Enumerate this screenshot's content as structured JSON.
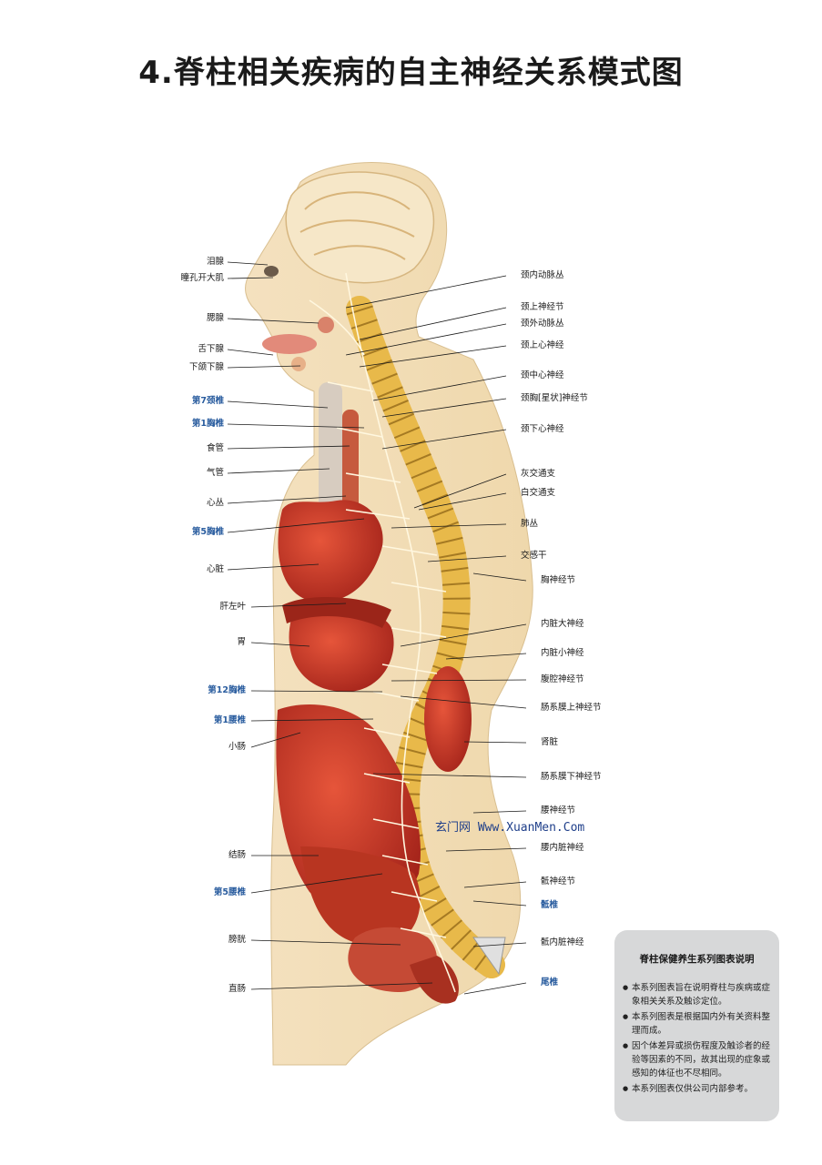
{
  "title": "4.脊柱相关疾病的自主神经关系模式图",
  "watermark": "玄门网 Www.XuanMen.Com",
  "labels_left": [
    {
      "id": "lacrimal",
      "text": "泪腺",
      "vert": false
    },
    {
      "id": "pupil",
      "text": "瞳孔开大肌",
      "vert": false
    },
    {
      "id": "parotid",
      "text": "腮腺",
      "vert": false
    },
    {
      "id": "sublingual",
      "text": "舌下腺",
      "vert": false
    },
    {
      "id": "submandibular",
      "text": "下颌下腺",
      "vert": false
    },
    {
      "id": "c7",
      "text": "第7颈椎",
      "vert": true
    },
    {
      "id": "t1",
      "text": "第1胸椎",
      "vert": true
    },
    {
      "id": "esophagus",
      "text": "食管",
      "vert": false
    },
    {
      "id": "trachea",
      "text": "气管",
      "vert": false
    },
    {
      "id": "cardiac-plexus",
      "text": "心丛",
      "vert": false
    },
    {
      "id": "t5",
      "text": "第5胸椎",
      "vert": true
    },
    {
      "id": "heart",
      "text": "心脏",
      "vert": false
    },
    {
      "id": "liver-left",
      "text": "肝左叶",
      "vert": false
    },
    {
      "id": "stomach",
      "text": "胃",
      "vert": false
    },
    {
      "id": "t12",
      "text": "第12胸椎",
      "vert": true
    },
    {
      "id": "l1",
      "text": "第1腰椎",
      "vert": true
    },
    {
      "id": "small-intestine",
      "text": "小肠",
      "vert": false
    },
    {
      "id": "colon",
      "text": "结肠",
      "vert": false
    },
    {
      "id": "l5",
      "text": "第5腰椎",
      "vert": true
    },
    {
      "id": "bladder",
      "text": "膀胱",
      "vert": false
    },
    {
      "id": "rectum",
      "text": "直肠",
      "vert": false
    }
  ],
  "labels_right": [
    {
      "id": "int-carotid",
      "text": "颈内动脉丛",
      "vert": false
    },
    {
      "id": "sup-cerv-ganglion",
      "text": "颈上神经节",
      "vert": false
    },
    {
      "id": "ext-carotid",
      "text": "颈外动脉丛",
      "vert": false
    },
    {
      "id": "sup-cardiac",
      "text": "颈上心神经",
      "vert": false
    },
    {
      "id": "mid-cardiac",
      "text": "颈中心神经",
      "vert": false
    },
    {
      "id": "stellate",
      "text": "颈胸[星状]神经节",
      "vert": false
    },
    {
      "id": "inf-cardiac",
      "text": "颈下心神经",
      "vert": false
    },
    {
      "id": "gray-ramus",
      "text": "灰交通支",
      "vert": false
    },
    {
      "id": "white-ramus",
      "text": "白交通支",
      "vert": false
    },
    {
      "id": "pulmonary-plexus",
      "text": "肺丛",
      "vert": false
    },
    {
      "id": "sympathetic-trunk",
      "text": "交感干",
      "vert": false
    },
    {
      "id": "thoracic-ganglion",
      "text": "胸神经节",
      "vert": false
    },
    {
      "id": "greater-splanchnic",
      "text": "内脏大神经",
      "vert": false
    },
    {
      "id": "lesser-splanchnic",
      "text": "内脏小神经",
      "vert": false
    },
    {
      "id": "celiac-ganglion",
      "text": "腹腔神经节",
      "vert": false
    },
    {
      "id": "sup-mesenteric",
      "text": "肠系膜上神经节",
      "vert": false
    },
    {
      "id": "kidney",
      "text": "肾脏",
      "vert": false
    },
    {
      "id": "inf-mesenteric",
      "text": "肠系膜下神经节",
      "vert": false
    },
    {
      "id": "lumbar-ganglion",
      "text": "腰神经节",
      "vert": false
    },
    {
      "id": "lumbar-splanchnic",
      "text": "腰内脏神经",
      "vert": false
    },
    {
      "id": "sacral-ganglion",
      "text": "骶神经节",
      "vert": false
    },
    {
      "id": "sacrum",
      "text": "骶椎",
      "vert": true
    },
    {
      "id": "sacral-splanchnic",
      "text": "骶内脏神经",
      "vert": false
    },
    {
      "id": "coccyx",
      "text": "尾椎",
      "vert": true
    }
  ],
  "info_box": {
    "title": "脊柱保健养生系列图表说明",
    "items": [
      "本系列图表旨在说明脊柱与疾病或症象相关关系及触诊定位。",
      "本系列图表是根据国内外有关资料整理而成。",
      "因个体差异或损伤程度及触诊者的经验等因素的不同，故其出现的症象或感知的体征也不尽相同。",
      "本系列图表仅供公司内部参考。"
    ]
  },
  "colors": {
    "vertebra_label": "#2a5d9f",
    "info_bg": "#d7d8d9",
    "organ_red": "#c8321e",
    "nerve": "#fff8e0"
  }
}
